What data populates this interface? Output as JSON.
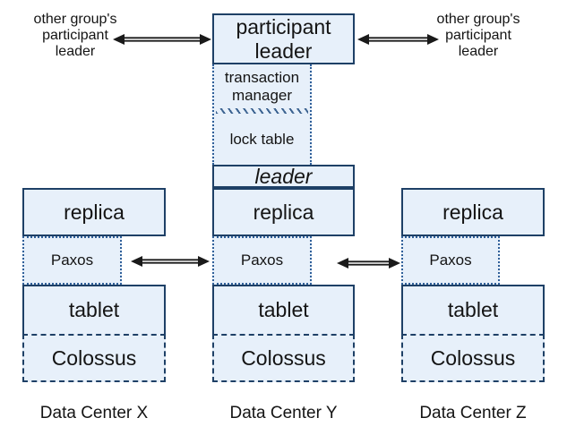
{
  "diagram": {
    "external_left_label": "other group's\nparticipant\nleader",
    "external_right_label": "other group's\nparticipant\nleader",
    "participant_leader_label": "participant\nleader",
    "transaction_manager_label": "transaction\nmanager",
    "lock_table_label": "lock table",
    "leader_label": "leader",
    "columns": [
      {
        "replica": "replica",
        "paxos": "Paxos",
        "tablet": "tablet",
        "colossus": "Colossus",
        "datacenter": "Data Center X"
      },
      {
        "replica": "replica",
        "paxos": "Paxos",
        "tablet": "tablet",
        "colossus": "Colossus",
        "datacenter": "Data Center Y"
      },
      {
        "replica": "replica",
        "paxos": "Paxos",
        "tablet": "tablet",
        "colossus": "Colossus",
        "datacenter": "Data Center Z"
      }
    ],
    "icons": {
      "double_arrow": "double-headed arrow"
    },
    "colors": {
      "box_fill": "#e7f0fa",
      "box_border": "#1e4066",
      "dotted_border": "#2f5f99",
      "arrow": "#1a1a1a",
      "text": "#141414",
      "background": "#ffffff"
    }
  }
}
